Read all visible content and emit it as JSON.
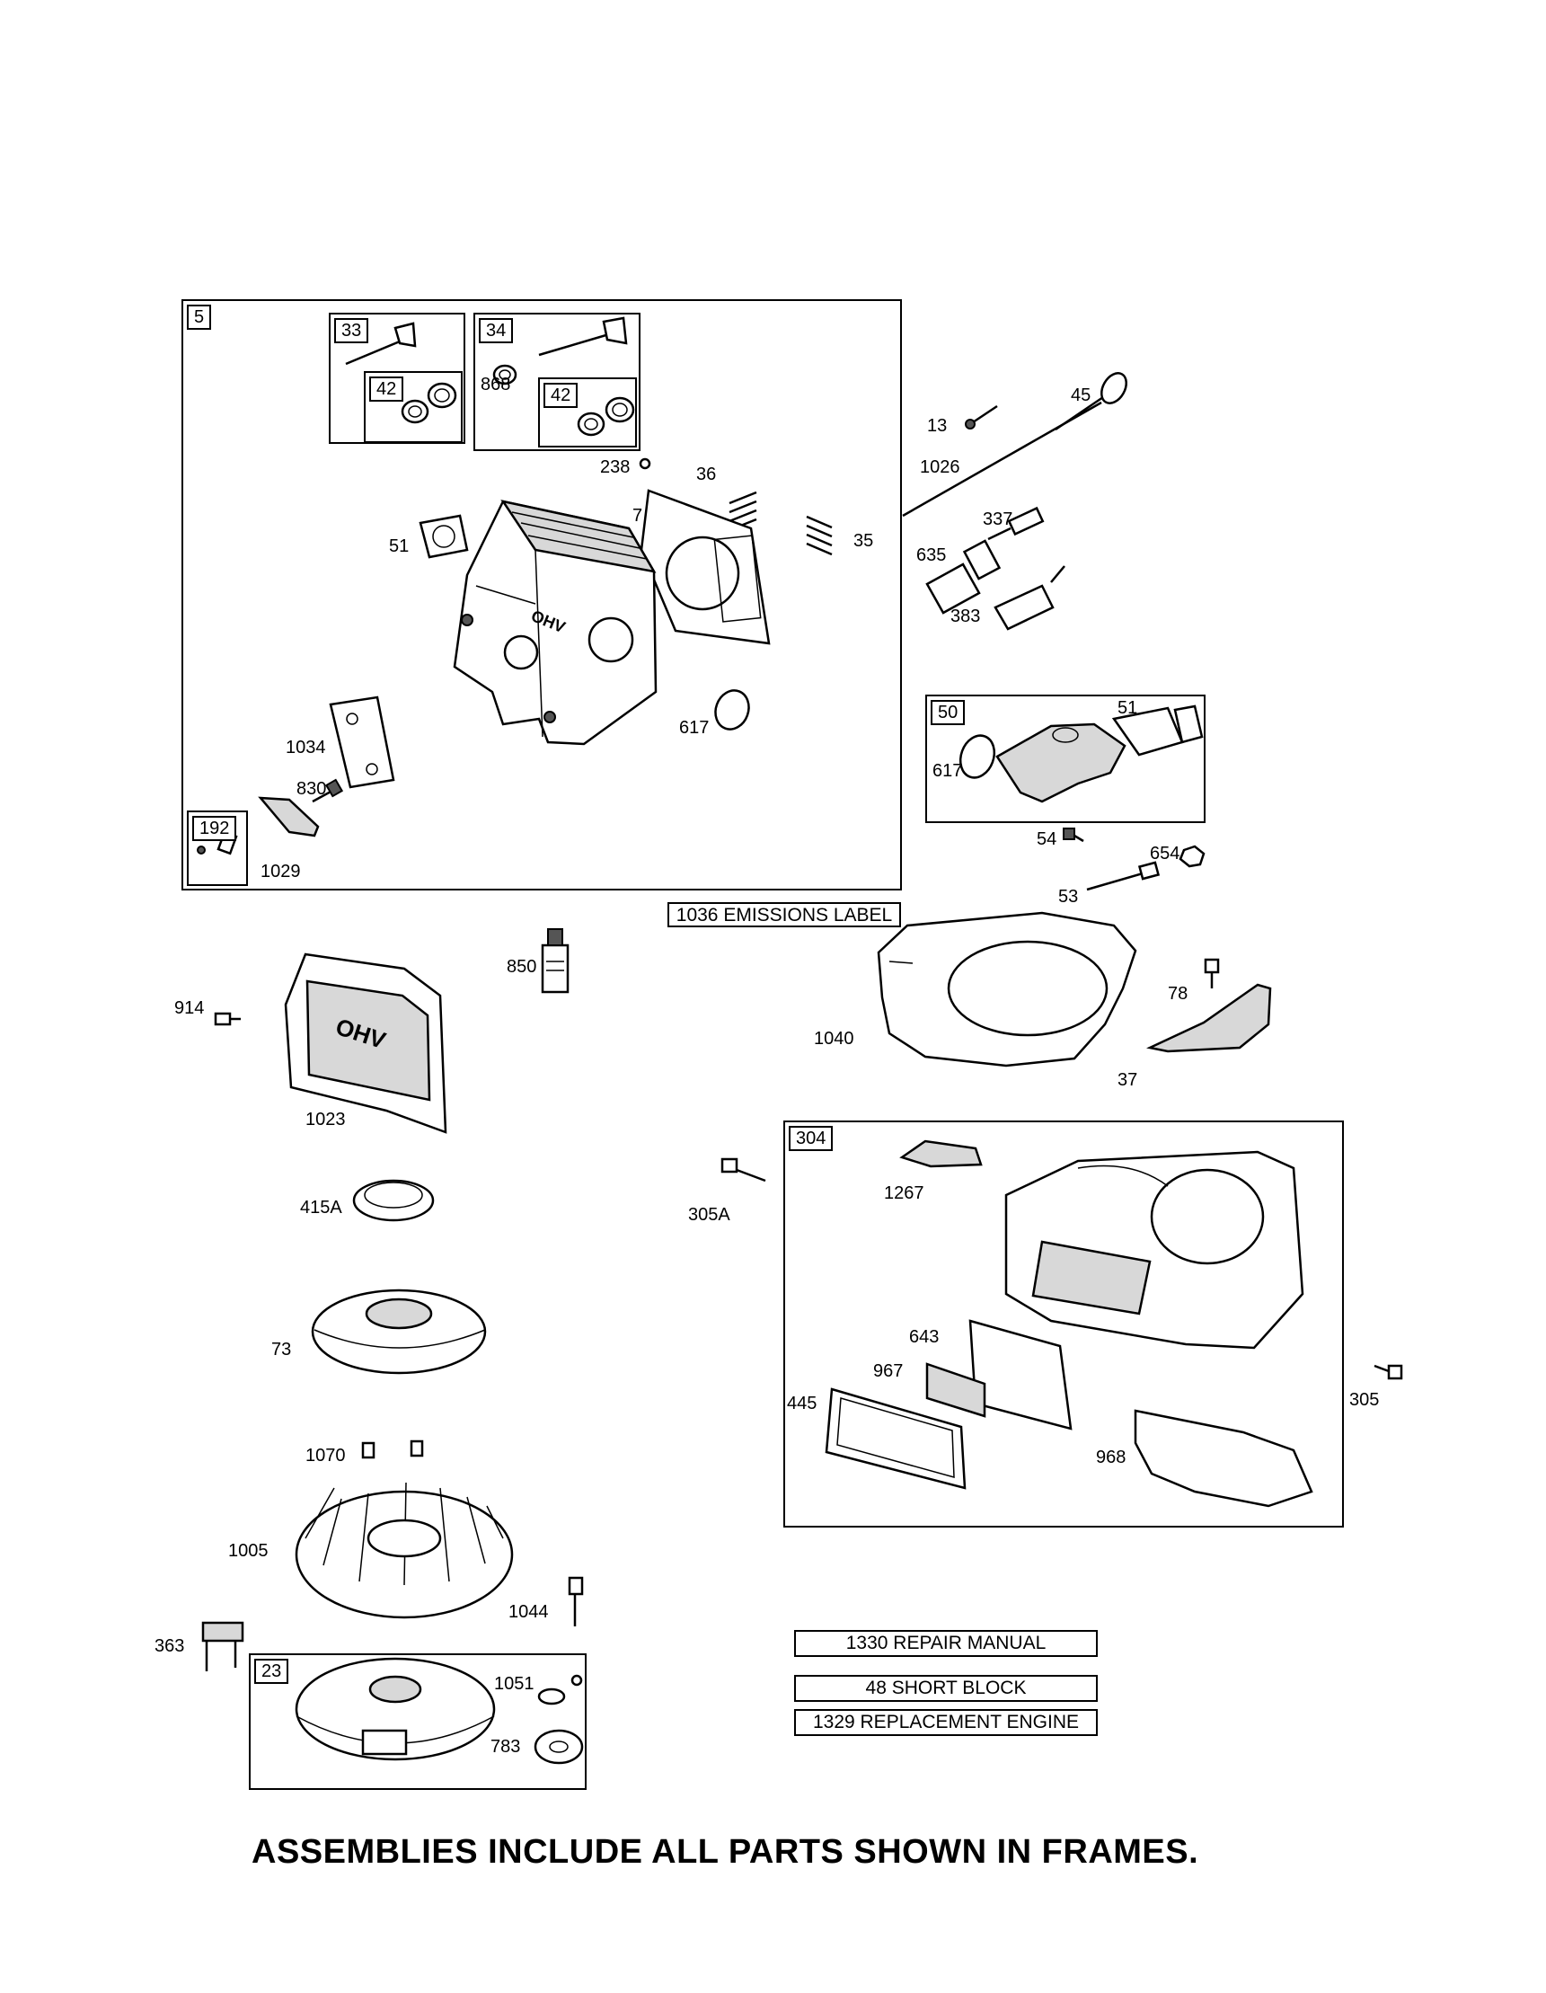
{
  "frames": {
    "f5": "5",
    "f33": "33",
    "f34": "34",
    "f42a": "42",
    "f42b": "42",
    "f192": "192",
    "f50": "50",
    "f304": "304",
    "f23": "23"
  },
  "labels": {
    "l868": "868",
    "l238": "238",
    "l36": "36",
    "l7": "7",
    "l51": "51",
    "l35": "35",
    "l617a": "617",
    "l1034": "1034",
    "l830": "830",
    "l1029": "1029",
    "l13": "13",
    "l45": "45",
    "l1026": "1026",
    "l337": "337",
    "l635": "635",
    "l383": "383",
    "l617b": "617",
    "l51b": "51",
    "l54": "54",
    "l654": "654",
    "l53": "53",
    "l850": "850",
    "l914": "914",
    "l1023": "1023",
    "l415A": "415A",
    "l73": "73",
    "l1070": "1070",
    "l1005": "1005",
    "l1044": "1044",
    "l363": "363",
    "l1051": "1051",
    "l783": "783",
    "l1040": "1040",
    "l78": "78",
    "l37": "37",
    "l305A": "305A",
    "l1267": "1267",
    "l643": "643",
    "l967": "967",
    "l445": "445",
    "l305": "305",
    "l968": "968"
  },
  "boxes": {
    "emissions": "1036 EMISSIONS LABEL",
    "repair": "1330 REPAIR MANUAL",
    "shortblock": "48 SHORT BLOCK",
    "replacement": "1329 REPLACEMENT ENGINE"
  },
  "cover_text": "OHV",
  "footer": "ASSEMBLIES INCLUDE ALL PARTS SHOWN IN FRAMES."
}
